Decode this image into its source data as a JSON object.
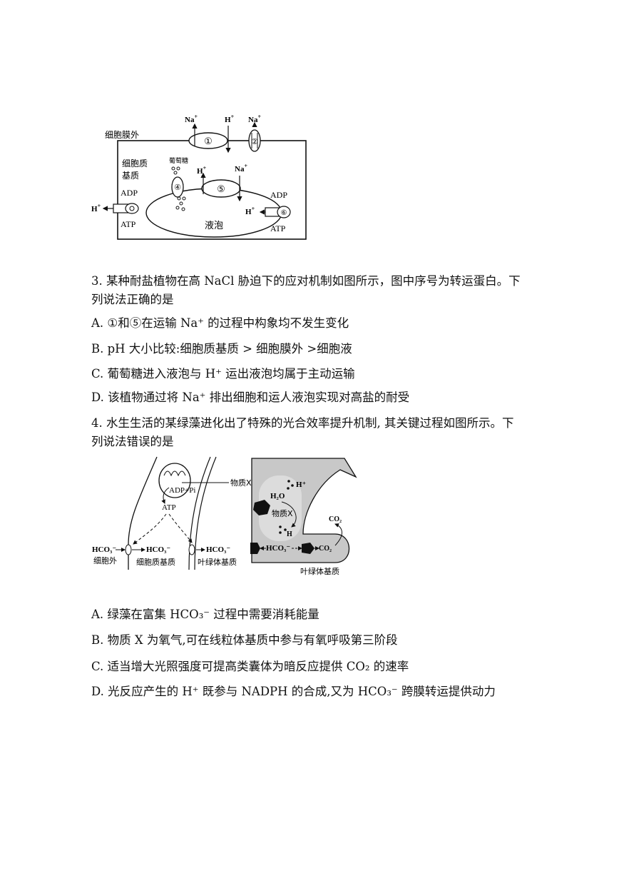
{
  "fig1": {
    "outside": "细胞膜外",
    "matrix_l1": "细胞质",
    "matrix_l2": "基质",
    "glucose": "葡萄糖",
    "vacuole": "液泡",
    "na": "Na",
    "h": "H",
    "plus": "+",
    "adp": "ADP",
    "atp": "ATP",
    "p1": "①",
    "p2": "②",
    "p4": "④",
    "p5": "⑤",
    "p6": "⑥"
  },
  "q3": {
    "line1": "3. 某种耐盐植物在高 NaCl 胁迫下的应对机制如图所示，图中序号为转运蛋白。下",
    "line2": "列说法正确的是",
    "A": "A. ①和⑤在运输 Na⁺ 的过程中构象均不发生变化",
    "B": "B. pH 大小比较:细胞质基质 > 细胞膜外 >细胞液",
    "C": "C. 葡萄糖进入液泡与 H⁺ 运出液泡均属于主动运输",
    "D": "D. 该植物通过将 Na⁺ 排出细胞和运人液泡实现对高盐的耐受"
  },
  "fig2": {
    "substance_x": "物质X",
    "adp_pi": "ADP+Pi",
    "atp": "ATP",
    "hco3": "HCO₃⁻",
    "outside": "细胞外",
    "cytoplasm": "细胞质基质",
    "stroma": "叶绿体基质",
    "h2o": "H₂O",
    "hplus": "H⁺",
    "co2": "CO₂"
  },
  "q4": {
    "line1": "4. 水生生活的某绿藻进化出了特殊的光合效率提升机制, 其关键过程如图所示。下",
    "line2": "列说法错误的是",
    "A": "A. 绿藻在富集 HCO₃⁻ 过程中需要消耗能量",
    "B": "B. 物质 X 为氧气,可在线粒体基质中参与有氧呼吸第三阶段",
    "C": "C. 适当增大光照强度可提高类囊体为暗反应提供 CO₂ 的速率",
    "D": "D. 光反应产生的 H⁺ 既参与 NADPH 的合成,又为 HCO₃⁻ 跨膜转运提供动力"
  }
}
